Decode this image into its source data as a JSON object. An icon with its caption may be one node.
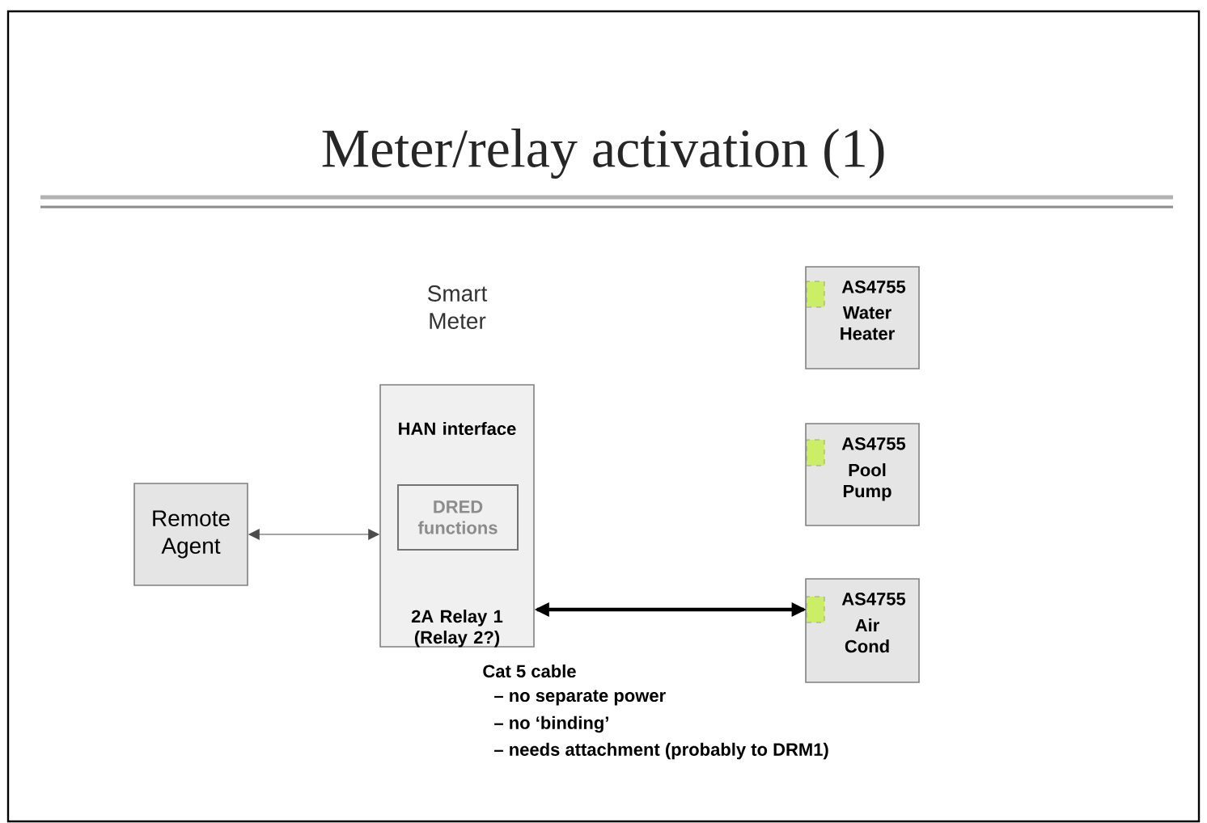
{
  "diagram": {
    "title": "Meter/relay activation (1)",
    "nodes": [
      {
        "text": [
          "Remote Agent"
        ]
      },
      {
        "text": [
          "Smart Meter",
          "HAN interface",
          "2A Relay 1 (Relay 2?)"
        ]
      },
      {
        "text": [
          "DRED functions"
        ],
        "in": 1
      },
      {
        "text": [
          "AS4755",
          "Water Heater"
        ]
      },
      {
        "text": [],
        "shape": "box",
        "in": 3
      },
      {
        "text": [
          "AS4755",
          "Pool Pump"
        ]
      },
      {
        "text": [],
        "shape": "box",
        "in": 5
      },
      {
        "text": [
          "AS4755",
          "Air Cond"
        ]
      },
      {
        "text": [],
        "shape": "box",
        "in": 7
      }
    ],
    "edges": [
      {
        "from": 0,
        "to": 1,
        "arrow": "both"
      },
      {
        "from": 1,
        "to": 8,
        "arrow": "both",
        "style": "thick"
      }
    ],
    "labels": [
      "Cat 5 cable",
      "– no separate power",
      "– no ‘binding’",
      "– needs attachment (probably to DRM1)"
    ]
  }
}
